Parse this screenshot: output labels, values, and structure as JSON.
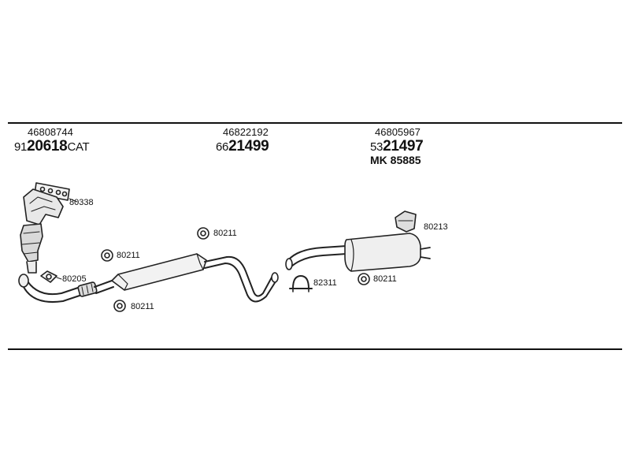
{
  "groups": [
    {
      "ref": "46808744",
      "code_prefix": "91",
      "code_main": "20618",
      "code_suffix": "CAT",
      "extra": ""
    },
    {
      "ref": "46822192",
      "code_prefix": "66",
      "code_main": "21499",
      "code_suffix": "",
      "extra": ""
    },
    {
      "ref": "46805967",
      "code_prefix": "53",
      "code_main": "21497",
      "code_suffix": "",
      "extra": "MK 85885"
    }
  ],
  "part_labels": {
    "manifold_gasket": "80338",
    "flange_gasket": "80205",
    "rubber_mount_1": "80211",
    "rubber_mount_2": "80211",
    "rubber_mount_3": "80211",
    "clamp": "82311",
    "rubber_mount_4": "80211",
    "bracket": "80213"
  }
}
